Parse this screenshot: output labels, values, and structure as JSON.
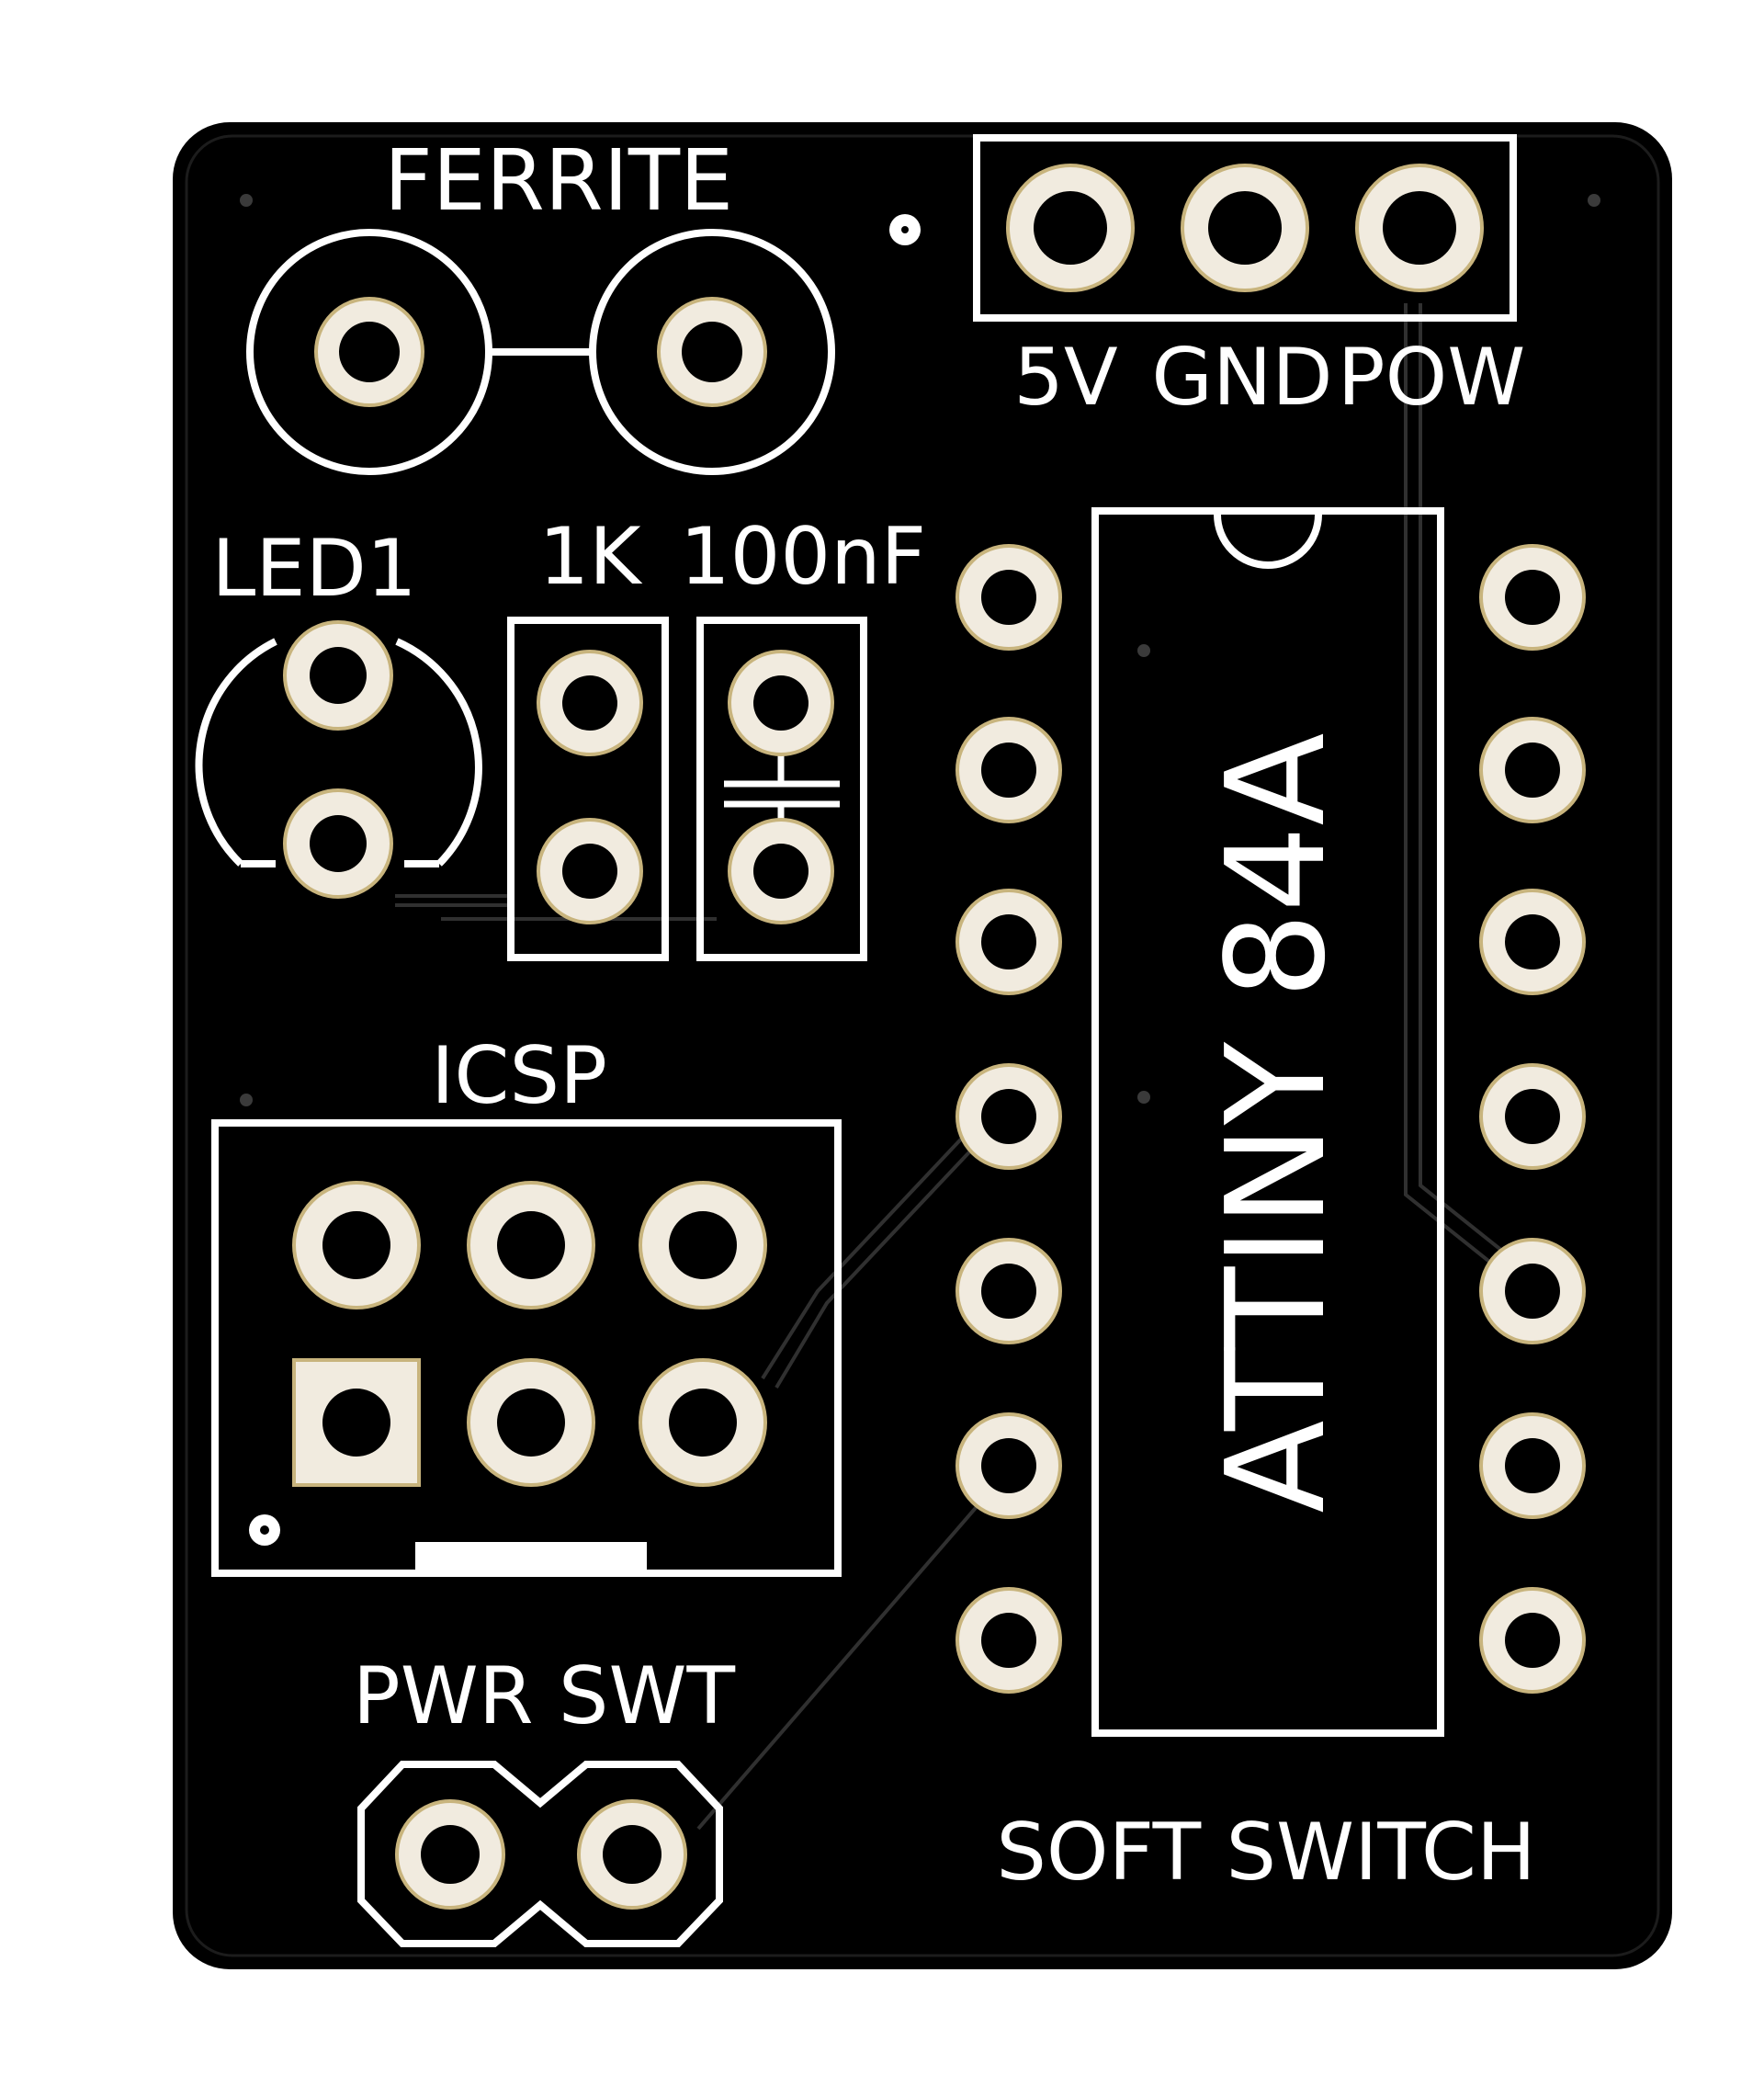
{
  "labels": {
    "ferrite": "FERRITE",
    "header_5v": "5V",
    "header_gnd": "GND",
    "header_pow": "POW",
    "led": "LED1",
    "resistor": "1K",
    "capacitor": "100nF",
    "icsp": "ICSP",
    "chip": "ATTINY 84A",
    "power_switch": "PWR SWT",
    "soft_switch": "SOFT SWITCH"
  },
  "colors": {
    "pcb": "#000000",
    "silkscreen": "#ffffff",
    "pad_copper": "#c8b47d",
    "pad_surface": "#f1ebdf",
    "trace": "#2a2a2a"
  }
}
